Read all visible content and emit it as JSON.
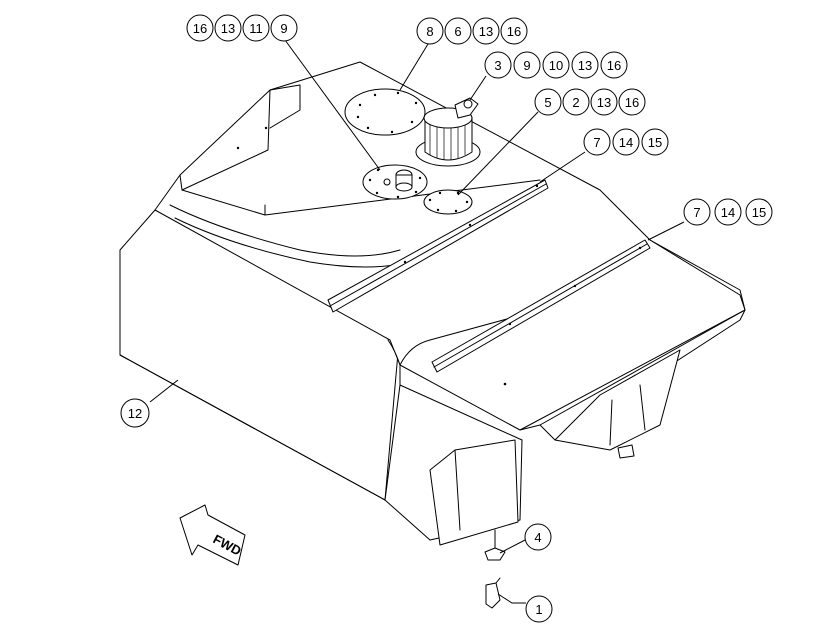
{
  "diagram": {
    "direction_label": "FWD",
    "callout_groups": [
      {
        "id": "g1",
        "items": [
          "16",
          "13",
          "11",
          "9"
        ]
      },
      {
        "id": "g2",
        "items": [
          "8",
          "6",
          "13",
          "16"
        ]
      },
      {
        "id": "g3",
        "items": [
          "3",
          "9",
          "10",
          "13",
          "16"
        ]
      },
      {
        "id": "g4",
        "items": [
          "5",
          "2",
          "13",
          "16"
        ]
      },
      {
        "id": "g5",
        "items": [
          "7",
          "14",
          "15"
        ]
      },
      {
        "id": "g6",
        "items": [
          "7",
          "14",
          "15"
        ]
      },
      {
        "id": "g7",
        "items": [
          "12"
        ]
      },
      {
        "id": "g8",
        "items": [
          "4"
        ]
      },
      {
        "id": "g9",
        "items": [
          "1"
        ]
      }
    ]
  }
}
